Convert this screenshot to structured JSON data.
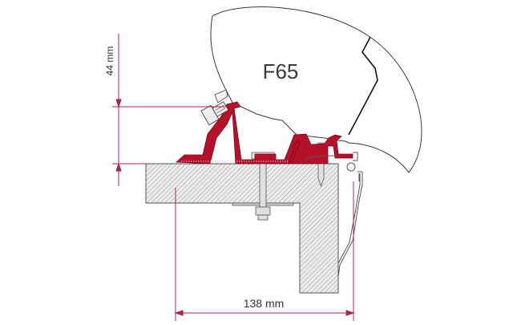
{
  "diagram": {
    "awning_label": "F65",
    "dimensions": {
      "vertical": {
        "label": "44 mm",
        "value": 44,
        "unit": "mm"
      },
      "horizontal": {
        "label": "138 mm",
        "value": 138,
        "unit": "mm"
      }
    },
    "colors": {
      "adapter_red": "#b5112b",
      "dimension_line": "#b0234a",
      "outline": "#3a3a3a",
      "hatch_fill": "#e6e6e6",
      "background": "#ffffff"
    }
  }
}
